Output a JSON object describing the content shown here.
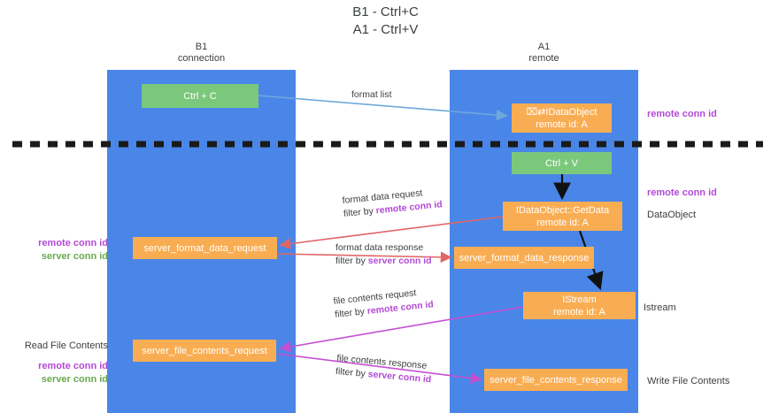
{
  "title": {
    "line1": "B1 - Ctrl+C",
    "line2": "A1 - Ctrl+V"
  },
  "lanes": [
    {
      "id": "b1",
      "name": "B1",
      "sub": "connection",
      "color": "#4a86e8"
    },
    {
      "id": "a1",
      "name": "A1",
      "sub": "remote",
      "color": "#4a86e8"
    }
  ],
  "colors": {
    "lane": "#4a86e8",
    "green_node": "#7bc87c",
    "orange_node": "#f9ad53",
    "purple_text": "#b34ad6",
    "green_text": "#6aa84f",
    "body_text": "#3c4043",
    "arrow_blue": "#6fa8dc",
    "arrow_red": "#e06666",
    "arrow_magenta": "#c44fd1",
    "arrow_black": "#000000",
    "divider": "#1a1a1a"
  },
  "nodes": {
    "ctrl_c": {
      "label": "Ctrl + C",
      "style": "green"
    },
    "idataobject": {
      "label": "⌧⇄IDataObject",
      "sub": "remote id: A",
      "style": "orange"
    },
    "ctrl_v": {
      "label": "Ctrl + V",
      "style": "green"
    },
    "getdata": {
      "label": "IDataObject::GetData",
      "sub": "remote id: A",
      "style": "orange"
    },
    "server_format_data_request": {
      "label": "server_format_data_request",
      "style": "orange"
    },
    "server_format_data_response": {
      "label": "server_format_data_response",
      "style": "orange"
    },
    "istream": {
      "label": "IStream",
      "sub": "remote id: A",
      "style": "orange"
    },
    "server_file_contents_request": {
      "label": "server_file_contents_request",
      "style": "orange"
    },
    "server_file_contents_response": {
      "label": "server_file_contents_response",
      "style": "orange"
    }
  },
  "edge_labels": {
    "format_list": "format list",
    "format_data_request": "format data request",
    "format_data_request_filter_prefix": "filter by ",
    "format_data_request_filter_key": "remote conn id",
    "format_data_response": "format data response",
    "format_data_response_filter_prefix": "filter by ",
    "format_data_response_filter_key": "server conn id",
    "file_contents_request": "file contents request",
    "file_contents_request_filter_prefix": "filter by ",
    "file_contents_request_filter_key": "remote conn id",
    "file_contents_response": "file contents response",
    "file_contents_response_filter_prefix": "filter by ",
    "file_contents_response_filter_key": "server conn id"
  },
  "side_labels": {
    "left_remote_conn_id": "remote conn id",
    "left_server_conn_id": "server conn id",
    "left_read_file_contents": "Read File Contents",
    "left_read_remote_conn_id": "remote conn id",
    "left_read_server_conn_id": "server conn id",
    "right_remote_conn_id_top": "remote conn id",
    "right_remote_conn_id_mid": "remote conn id",
    "right_dataobject": "DataObject",
    "right_istream": "Istream",
    "right_write_file_contents": "Write File Contents"
  }
}
